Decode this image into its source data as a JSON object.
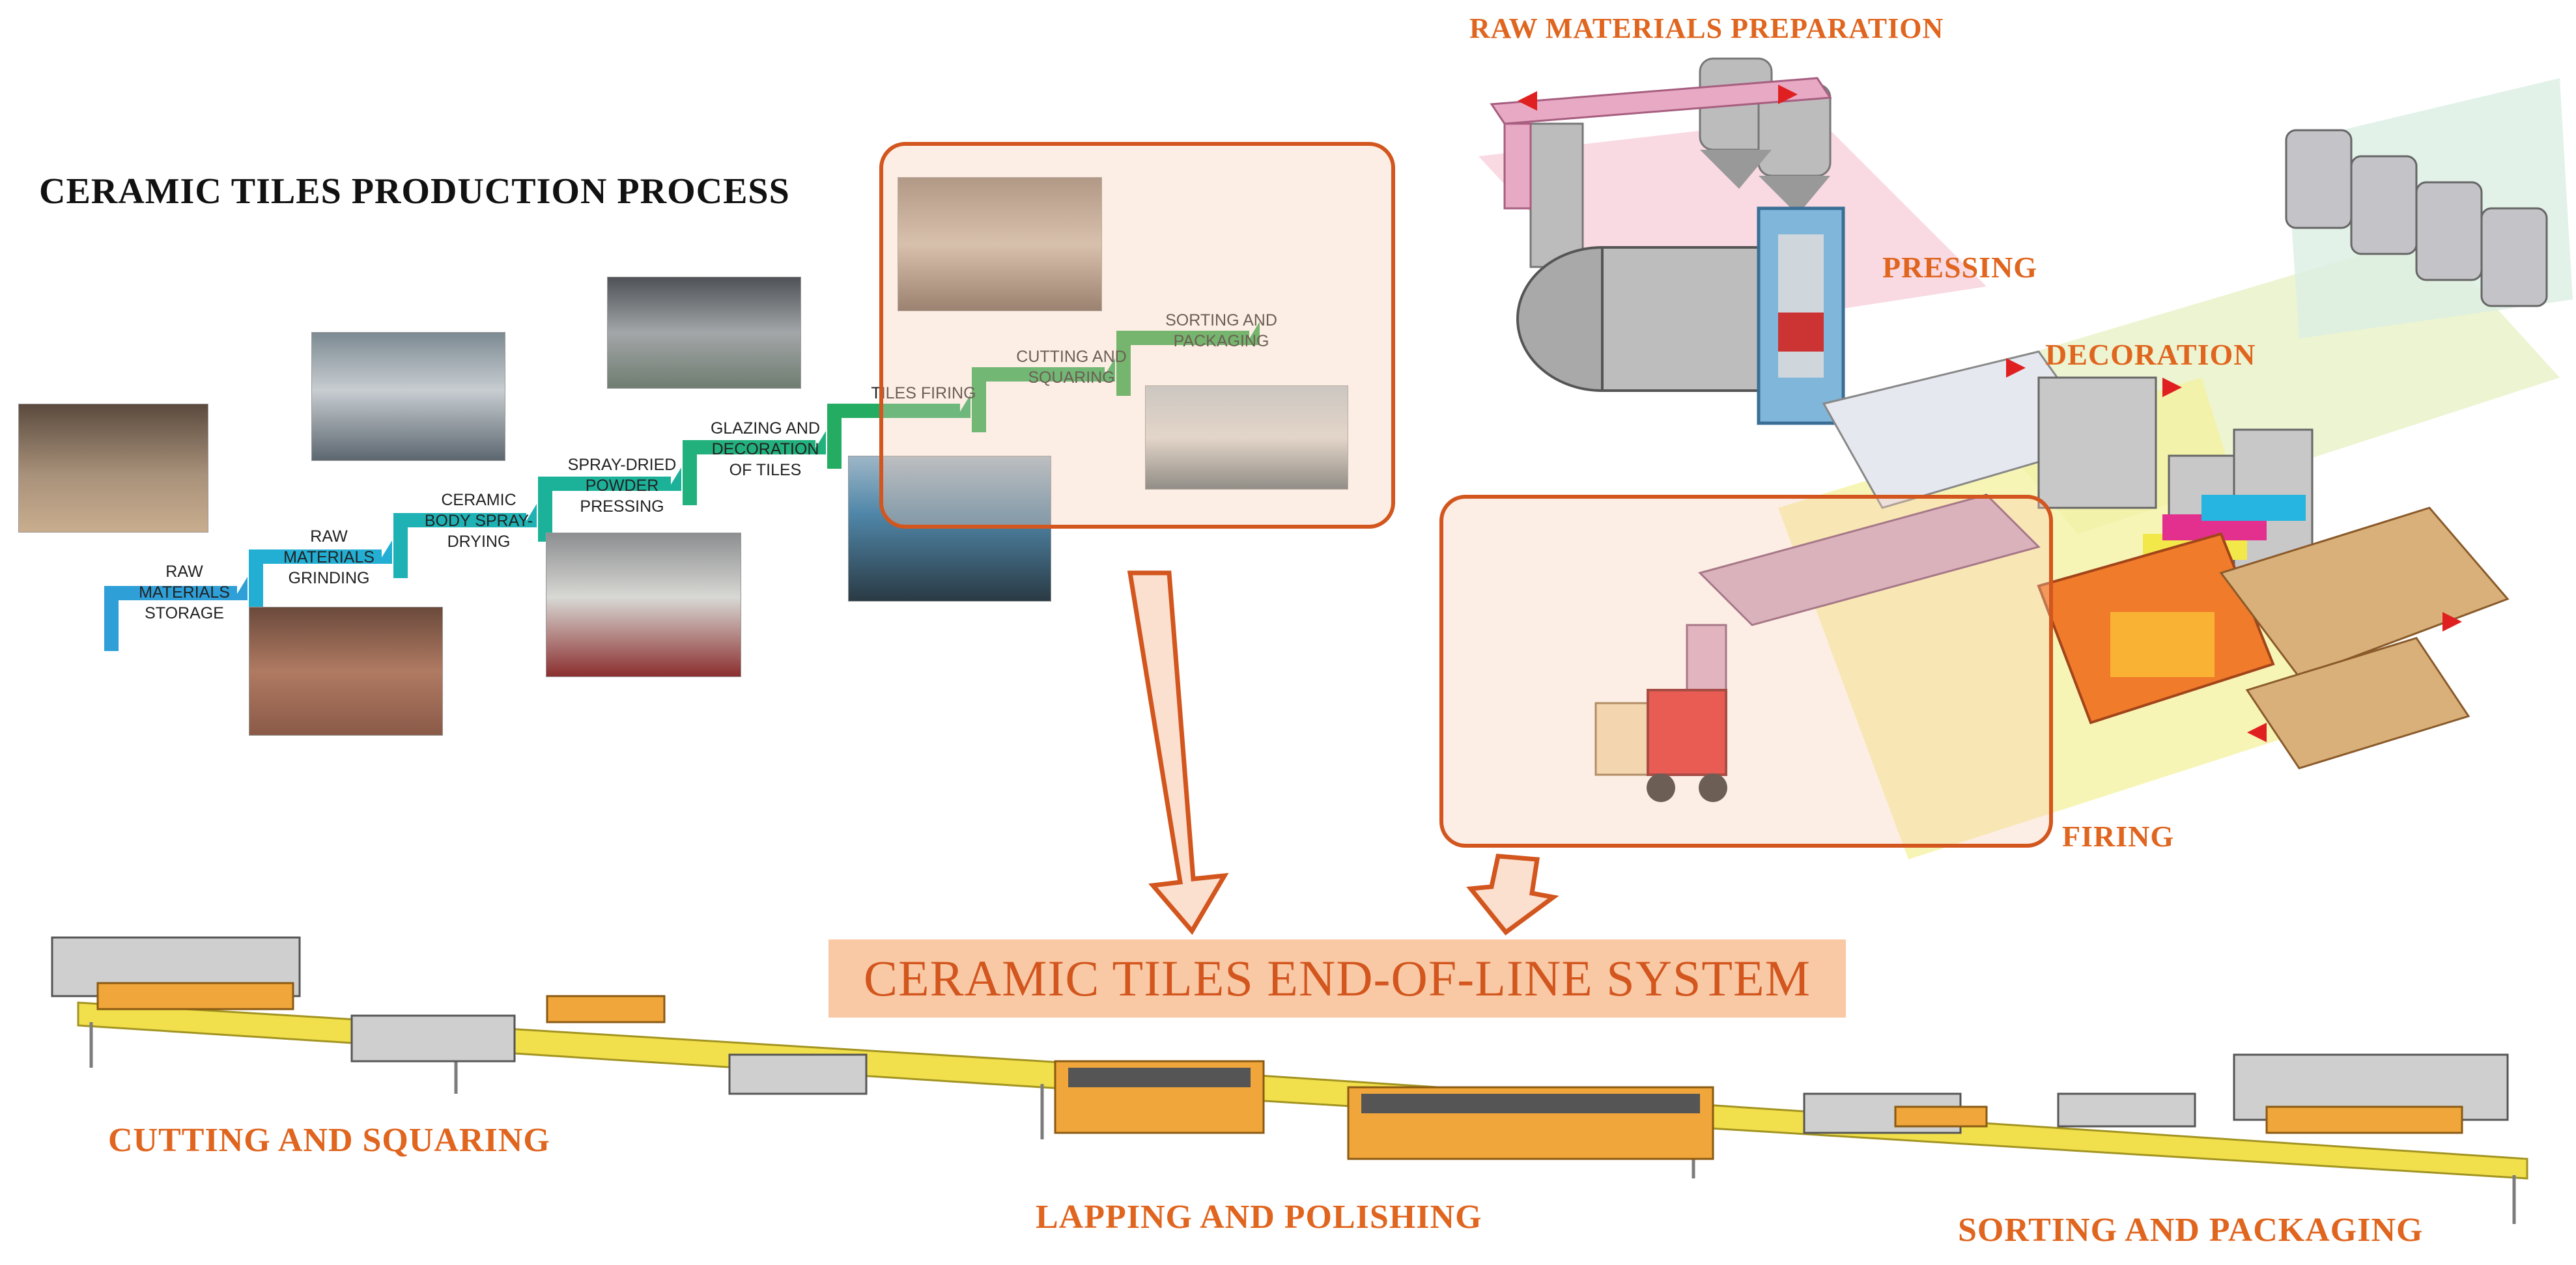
{
  "title": "CERAMIC TILES PRODUCTION PROCESS",
  "steps": [
    {
      "label": "RAW MATERIALS STORAGE",
      "lines": [
        "RAW",
        "MATERIALS",
        "STORAGE"
      ],
      "color": "#2f9fd8"
    },
    {
      "label": "RAW MATERIALS GRINDING",
      "lines": [
        "RAW",
        "MATERIALS",
        "GRINDING"
      ],
      "color": "#23aed4"
    },
    {
      "label": "CERAMIC BODY SPRAY-DRYING",
      "lines": [
        "CERAMIC",
        "BODY SPRAY-",
        "DRYING"
      ],
      "color": "#1fb2b5"
    },
    {
      "label": "SPRAY-DRIED POWDER PRESSING",
      "lines": [
        "SPRAY-DRIED",
        "POWDER",
        "PRESSING"
      ],
      "color": "#1cb29a"
    },
    {
      "label": "GLAZING AND DECORATION OF TILES",
      "lines": [
        "GLAZING AND",
        "DECORATION",
        "OF TILES"
      ],
      "color": "#22b07d"
    },
    {
      "label": "TILES FIRING",
      "lines": [
        "TILES FIRING"
      ],
      "color": "#24ad62"
    },
    {
      "label": "CUTTING AND SQUARING",
      "lines": [
        "CUTTING AND",
        "SQUARING"
      ],
      "color": "#2aab52"
    },
    {
      "label": "SORTING AND PACKAGING",
      "lines": [
        "SORTING AND",
        "PACKAGING"
      ],
      "color": "#2fa847"
    }
  ],
  "plant_labels": {
    "raw_materials_preparation": "RAW MATERIALS PREPARATION",
    "pressing": "PRESSING",
    "decoration": "DECORATION",
    "firing": "FIRING"
  },
  "banner": "CERAMIC TILES END-OF-LINE SYSTEM",
  "line_labels": {
    "cutting": "CUTTING AND SQUARING",
    "lapping": "LAPPING AND POLISHING",
    "sorting": "SORTING AND PACKAGING"
  },
  "colors": {
    "accent": "#d2561e",
    "label_orange": "#e0651f",
    "banner_fill": "#f9c9a6",
    "highlight_fill": "#fde3d3"
  }
}
